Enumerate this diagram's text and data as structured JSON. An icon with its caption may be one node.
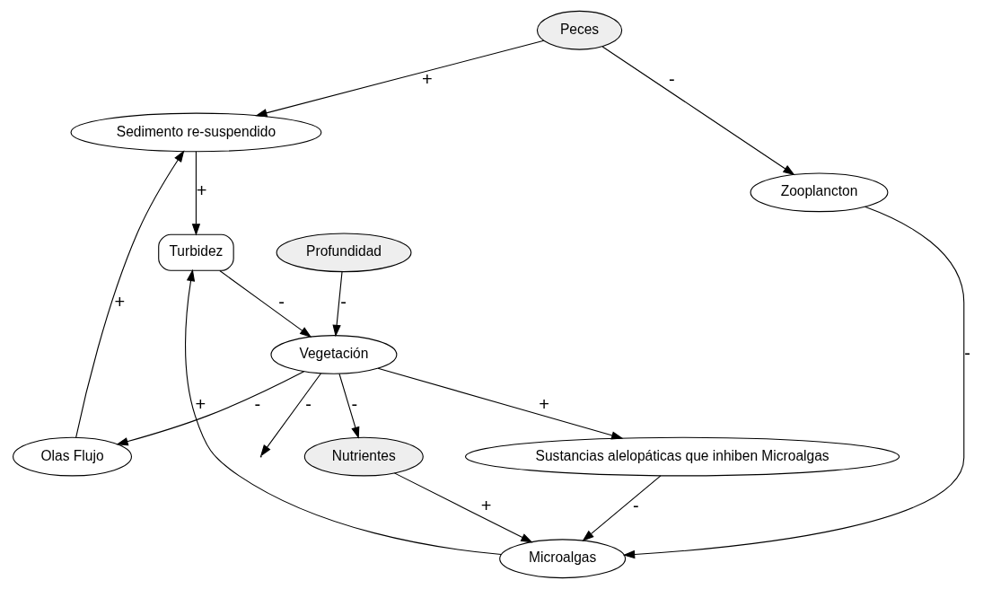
{
  "diagram": {
    "nodes": [
      {
        "text": [
          "Sedimento re-suspendido"
        ]
      },
      {
        "text": [
          "Turbidez"
        ]
      },
      {
        "text": [
          "Microalgas"
        ]
      },
      {
        "text": [
          "Profundidad"
        ]
      },
      {
        "text": [
          "Vegetación"
        ]
      },
      {
        "text": [
          "Nutrientes"
        ]
      },
      {
        "text": [
          "Olas Flujo"
        ]
      },
      {
        "text": [
          "Sustancias alelopáticas que inhiben Microalgas"
        ]
      },
      {
        "text": [
          "Peces"
        ]
      },
      {
        "text": [
          "Zooplancton"
        ]
      }
    ],
    "edges": [
      {
        "from": 0,
        "to": 1,
        "arrow": "to",
        "label": "+"
      },
      {
        "from": 2,
        "to": 1,
        "arrow": "to",
        "label": "+"
      },
      {
        "from": 1,
        "to": 4,
        "arrow": "to",
        "label": "-"
      },
      {
        "from": 3,
        "to": 4,
        "arrow": "to",
        "label": "-"
      },
      {
        "from": 4,
        "to": 5,
        "arrow": "to",
        "label": "-"
      },
      {
        "from": 5,
        "to": 2,
        "arrow": "to",
        "label": "+"
      },
      {
        "from": 4,
        "to": 6,
        "arrow": "to",
        "label": "-"
      },
      {
        "from": 4,
        "to": 7,
        "arrow": "to",
        "label": "+"
      },
      {
        "from": 7,
        "to": 2,
        "arrow": "to",
        "label": "-"
      },
      {
        "from": 9,
        "to": 2,
        "arrow": "to",
        "label": "-"
      },
      {
        "from": 6,
        "to": 0,
        "arrow": "to",
        "label": "+"
      },
      {
        "from": 8,
        "to": 0,
        "arrow": "to",
        "label": "+"
      },
      {
        "from": 4,
        "to": null,
        "arrow": "to",
        "label": "-"
      },
      {
        "from": 8,
        "to": 9,
        "arrow": "to",
        "label": "-"
      }
    ]
  }
}
